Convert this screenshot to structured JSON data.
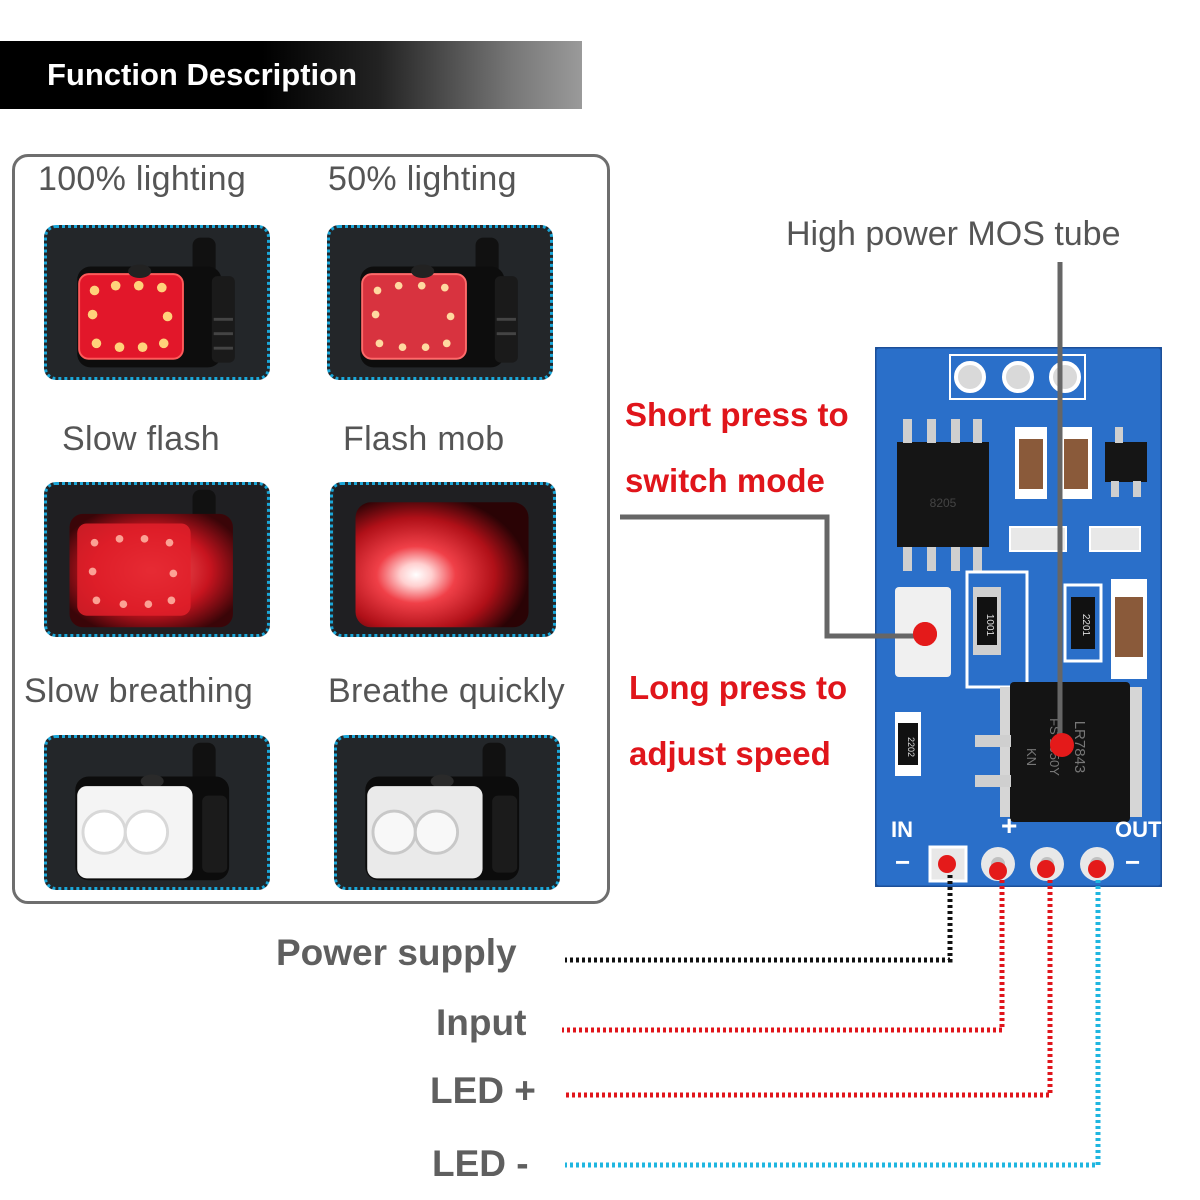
{
  "header": {
    "title": "Function Description"
  },
  "modes": [
    {
      "label": "100% lighting"
    },
    {
      "label": "50% lighting"
    },
    {
      "label": "Slow flash"
    },
    {
      "label": "Flash mob"
    },
    {
      "label": "Slow breathing"
    },
    {
      "label": "Breathe quickly"
    }
  ],
  "callouts": {
    "short_press_line1": "Short press to",
    "short_press_line2": "switch mode",
    "long_press_line1": "Long press to",
    "long_press_line2": "adjust speed",
    "mos_tube": "High power MOS tube"
  },
  "board": {
    "in_label": "IN",
    "out_label": "OUT",
    "minus_left": "−",
    "plus": "+",
    "minus_right": "−",
    "chip_u1": "8205",
    "chip_mos": "LR7843",
    "chip_mos_sub": "FS 1650Y",
    "chip_mos_sub2": "KN",
    "res_1": "1001",
    "res_2": "2201",
    "res_3": "2202"
  },
  "pins": [
    {
      "label": "Power supply",
      "color": "#111111"
    },
    {
      "label": "Input",
      "color": "#e0151b"
    },
    {
      "label": "LED +",
      "color": "#e0151b"
    },
    {
      "label": "LED -",
      "color": "#1fb6e0"
    }
  ],
  "colors": {
    "accent_red": "#e0151b",
    "tile_border": "#1aa6d8",
    "board_blue": "#2a6fc9",
    "text_gray": "#555555"
  }
}
